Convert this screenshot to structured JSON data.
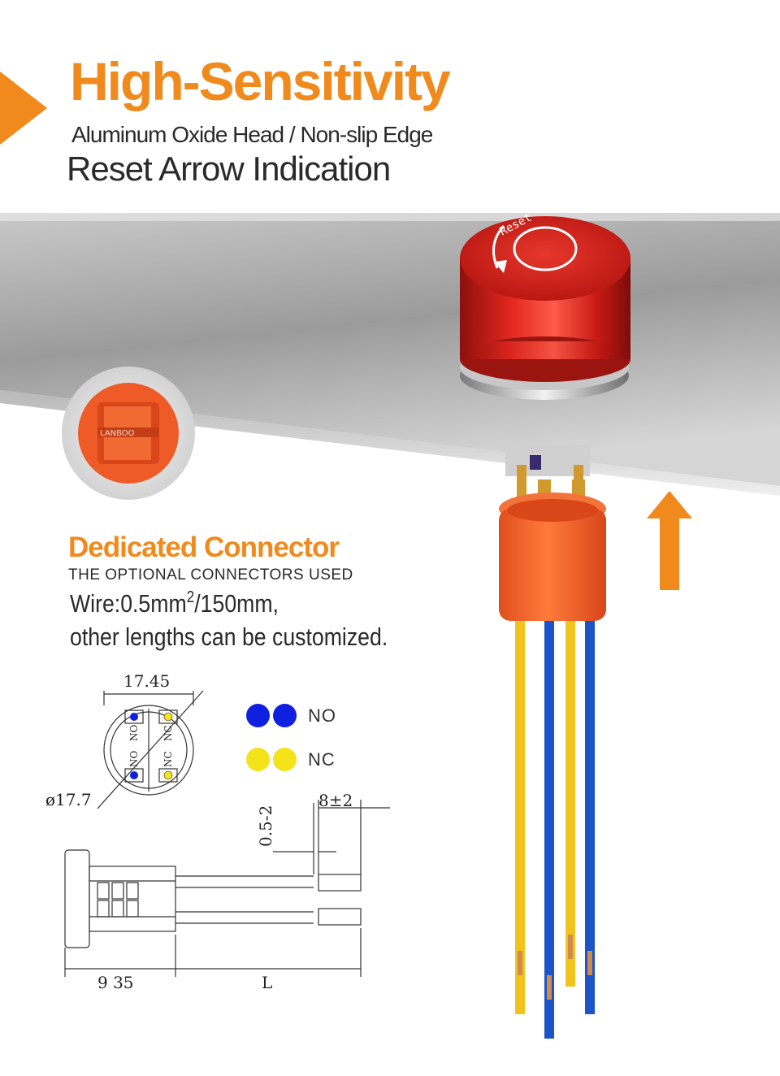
{
  "header": {
    "title": "High-Sensitivity",
    "subtitle_line1": "Aluminum Oxide Head / Non-slip Edge",
    "subtitle_line2": "Reset Arrow Indication"
  },
  "product": {
    "cap_label": "Reset",
    "connector_brand": "LANBOO"
  },
  "connector_section": {
    "heading": "Dedicated Connector",
    "caption": "THE OPTIONAL CONNECTORS USED",
    "wire_prefix": "Wire:0.5mm",
    "wire_sup": "2",
    "wire_suffix": "/150mm,",
    "lengths_note": "other lengths can be customized."
  },
  "legend": {
    "no_label": "NO",
    "nc_label": "NC",
    "no_color": "#1020e0",
    "nc_color": "#f4e21a"
  },
  "diagram": {
    "width_dim": "17.45",
    "diameter_dim": "ø17.7",
    "gap_dim": "0.5-2",
    "strip_dim": "8±2",
    "base_dim": "9  35",
    "length_dim": "L",
    "pin_no": "NO",
    "pin_nc": "NC"
  },
  "colors": {
    "accent": "#f08a1c",
    "cap_red": "#d8221c",
    "connector_orange": "#f0632a",
    "wire_yellow": "#f0c41c",
    "wire_blue": "#1d54c8"
  }
}
